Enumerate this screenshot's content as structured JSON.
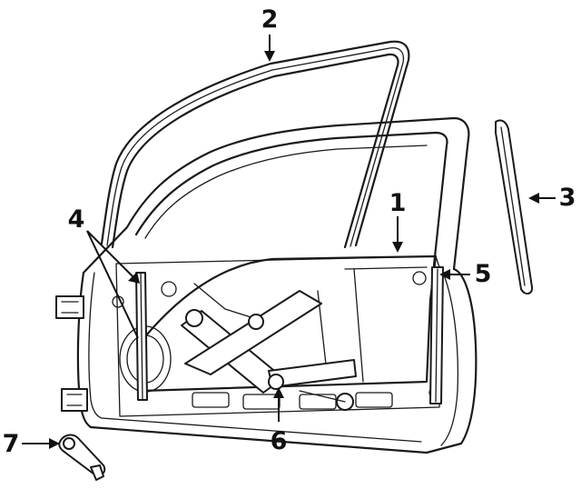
{
  "diagram": {
    "callouts": [
      {
        "id": "1",
        "label": "1"
      },
      {
        "id": "2",
        "label": "2"
      },
      {
        "id": "3",
        "label": "3"
      },
      {
        "id": "4",
        "label": "4"
      },
      {
        "id": "5",
        "label": "5"
      },
      {
        "id": "6",
        "label": "6"
      },
      {
        "id": "7",
        "label": "7"
      }
    ],
    "line_color": "#1a1a1a",
    "background": "#ffffff"
  }
}
